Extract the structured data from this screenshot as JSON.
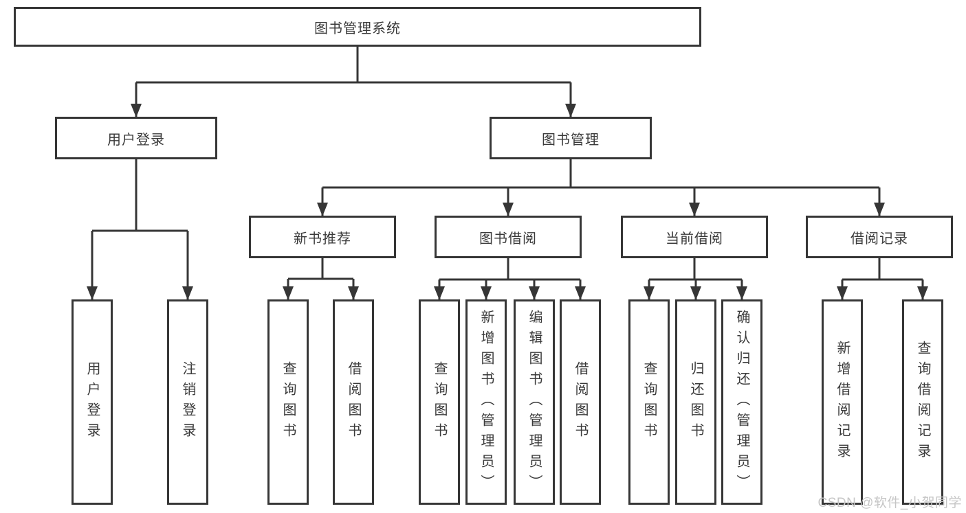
{
  "diagram": {
    "root": {
      "label": "图书管理系统"
    },
    "level2": [
      {
        "label": "用户登录"
      },
      {
        "label": "图书管理"
      }
    ],
    "level3": [
      {
        "label": "新书推荐"
      },
      {
        "label": "图书借阅"
      },
      {
        "label": "当前借阅"
      },
      {
        "label": "借阅记录"
      }
    ],
    "leaves": {
      "user_login_group": [
        "用户登录",
        "注销登录"
      ],
      "new_book_group": [
        "查询图书",
        "借阅图书"
      ],
      "book_borrow_group": [
        "查询图书",
        "新增图书（管理员）",
        "编辑图书（管理员）",
        "借阅图书"
      ],
      "current_borrow_group": [
        "查询图书",
        "归还图书",
        "确认归还（管理员）"
      ],
      "borrow_record_group": [
        "新增借阅记录",
        "查询借阅记录"
      ]
    }
  },
  "watermark": "CSDN @软件_小贺同学",
  "colors": {
    "line": "#363636",
    "border": "#363636",
    "text": "#3a3a3a",
    "background": "#ffffff",
    "watermark": "#c6c6c6"
  }
}
